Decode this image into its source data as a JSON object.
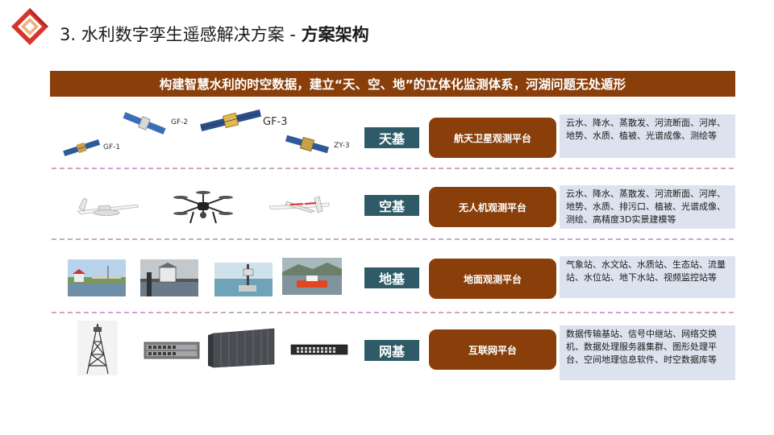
{
  "header": {
    "title_prefix": "3. 水利数字孪生遥感解决方案 - ",
    "title_bold": "方案架构"
  },
  "banner": {
    "text": "构建智慧水利的时空数据，建立“天、空、地”的立体化监测体系，河湖问题无处遁形"
  },
  "satellites": {
    "gf1": "GF-1",
    "gf2": "GF-2",
    "gf3": "GF-3",
    "zy3": "ZY-3"
  },
  "rows": [
    {
      "badge": "天基",
      "platform": "航天卫星观测平台",
      "desc": "云水、降水、蒸散发、河流断面、河岸、地势、水质、植被、光谱成像、测绘等"
    },
    {
      "badge": "空基",
      "platform": "无人机观测平台",
      "desc": "云水、降水、蒸散发、河流断面、河岸、地势、水质、排污口、植被、光谱成像、测绘、高精度3D实景建模等"
    },
    {
      "badge": "地基",
      "platform": "地面观测平台",
      "desc": "气象站、水文站、水质站、生态站、流量站、水位站、地下水站、视频监控站等"
    },
    {
      "badge": "网基",
      "platform": "互联网平台",
      "desc": "数据传输基站、信号中继站、网络交换机、数据处理服务器集群、图形处理平台、空间地理信息软件、时空数据库等"
    }
  ],
  "colors": {
    "brown": "#8a3f0a",
    "teal": "#2e5b67",
    "desc_bg": "#dce3ef",
    "logo_red": "#d9342b",
    "logo_orange": "#f0b07a"
  },
  "icons": {
    "logo": "diamond-logo-icon",
    "row1": [
      "satellite-gf1-icon",
      "satellite-gf2-icon",
      "satellite-gf3-icon",
      "satellite-zy3-icon"
    ],
    "row2": [
      "fixed-wing-drone-icon",
      "multirotor-drone-icon",
      "vtol-drone-icon"
    ],
    "row3": [
      "river-station-icon",
      "hydrology-station-icon",
      "water-level-station-icon",
      "unmanned-boat-icon"
    ],
    "row4": [
      "transmission-tower-icon",
      "rack-server-icon",
      "server-cluster-icon",
      "network-switch-icon"
    ]
  }
}
